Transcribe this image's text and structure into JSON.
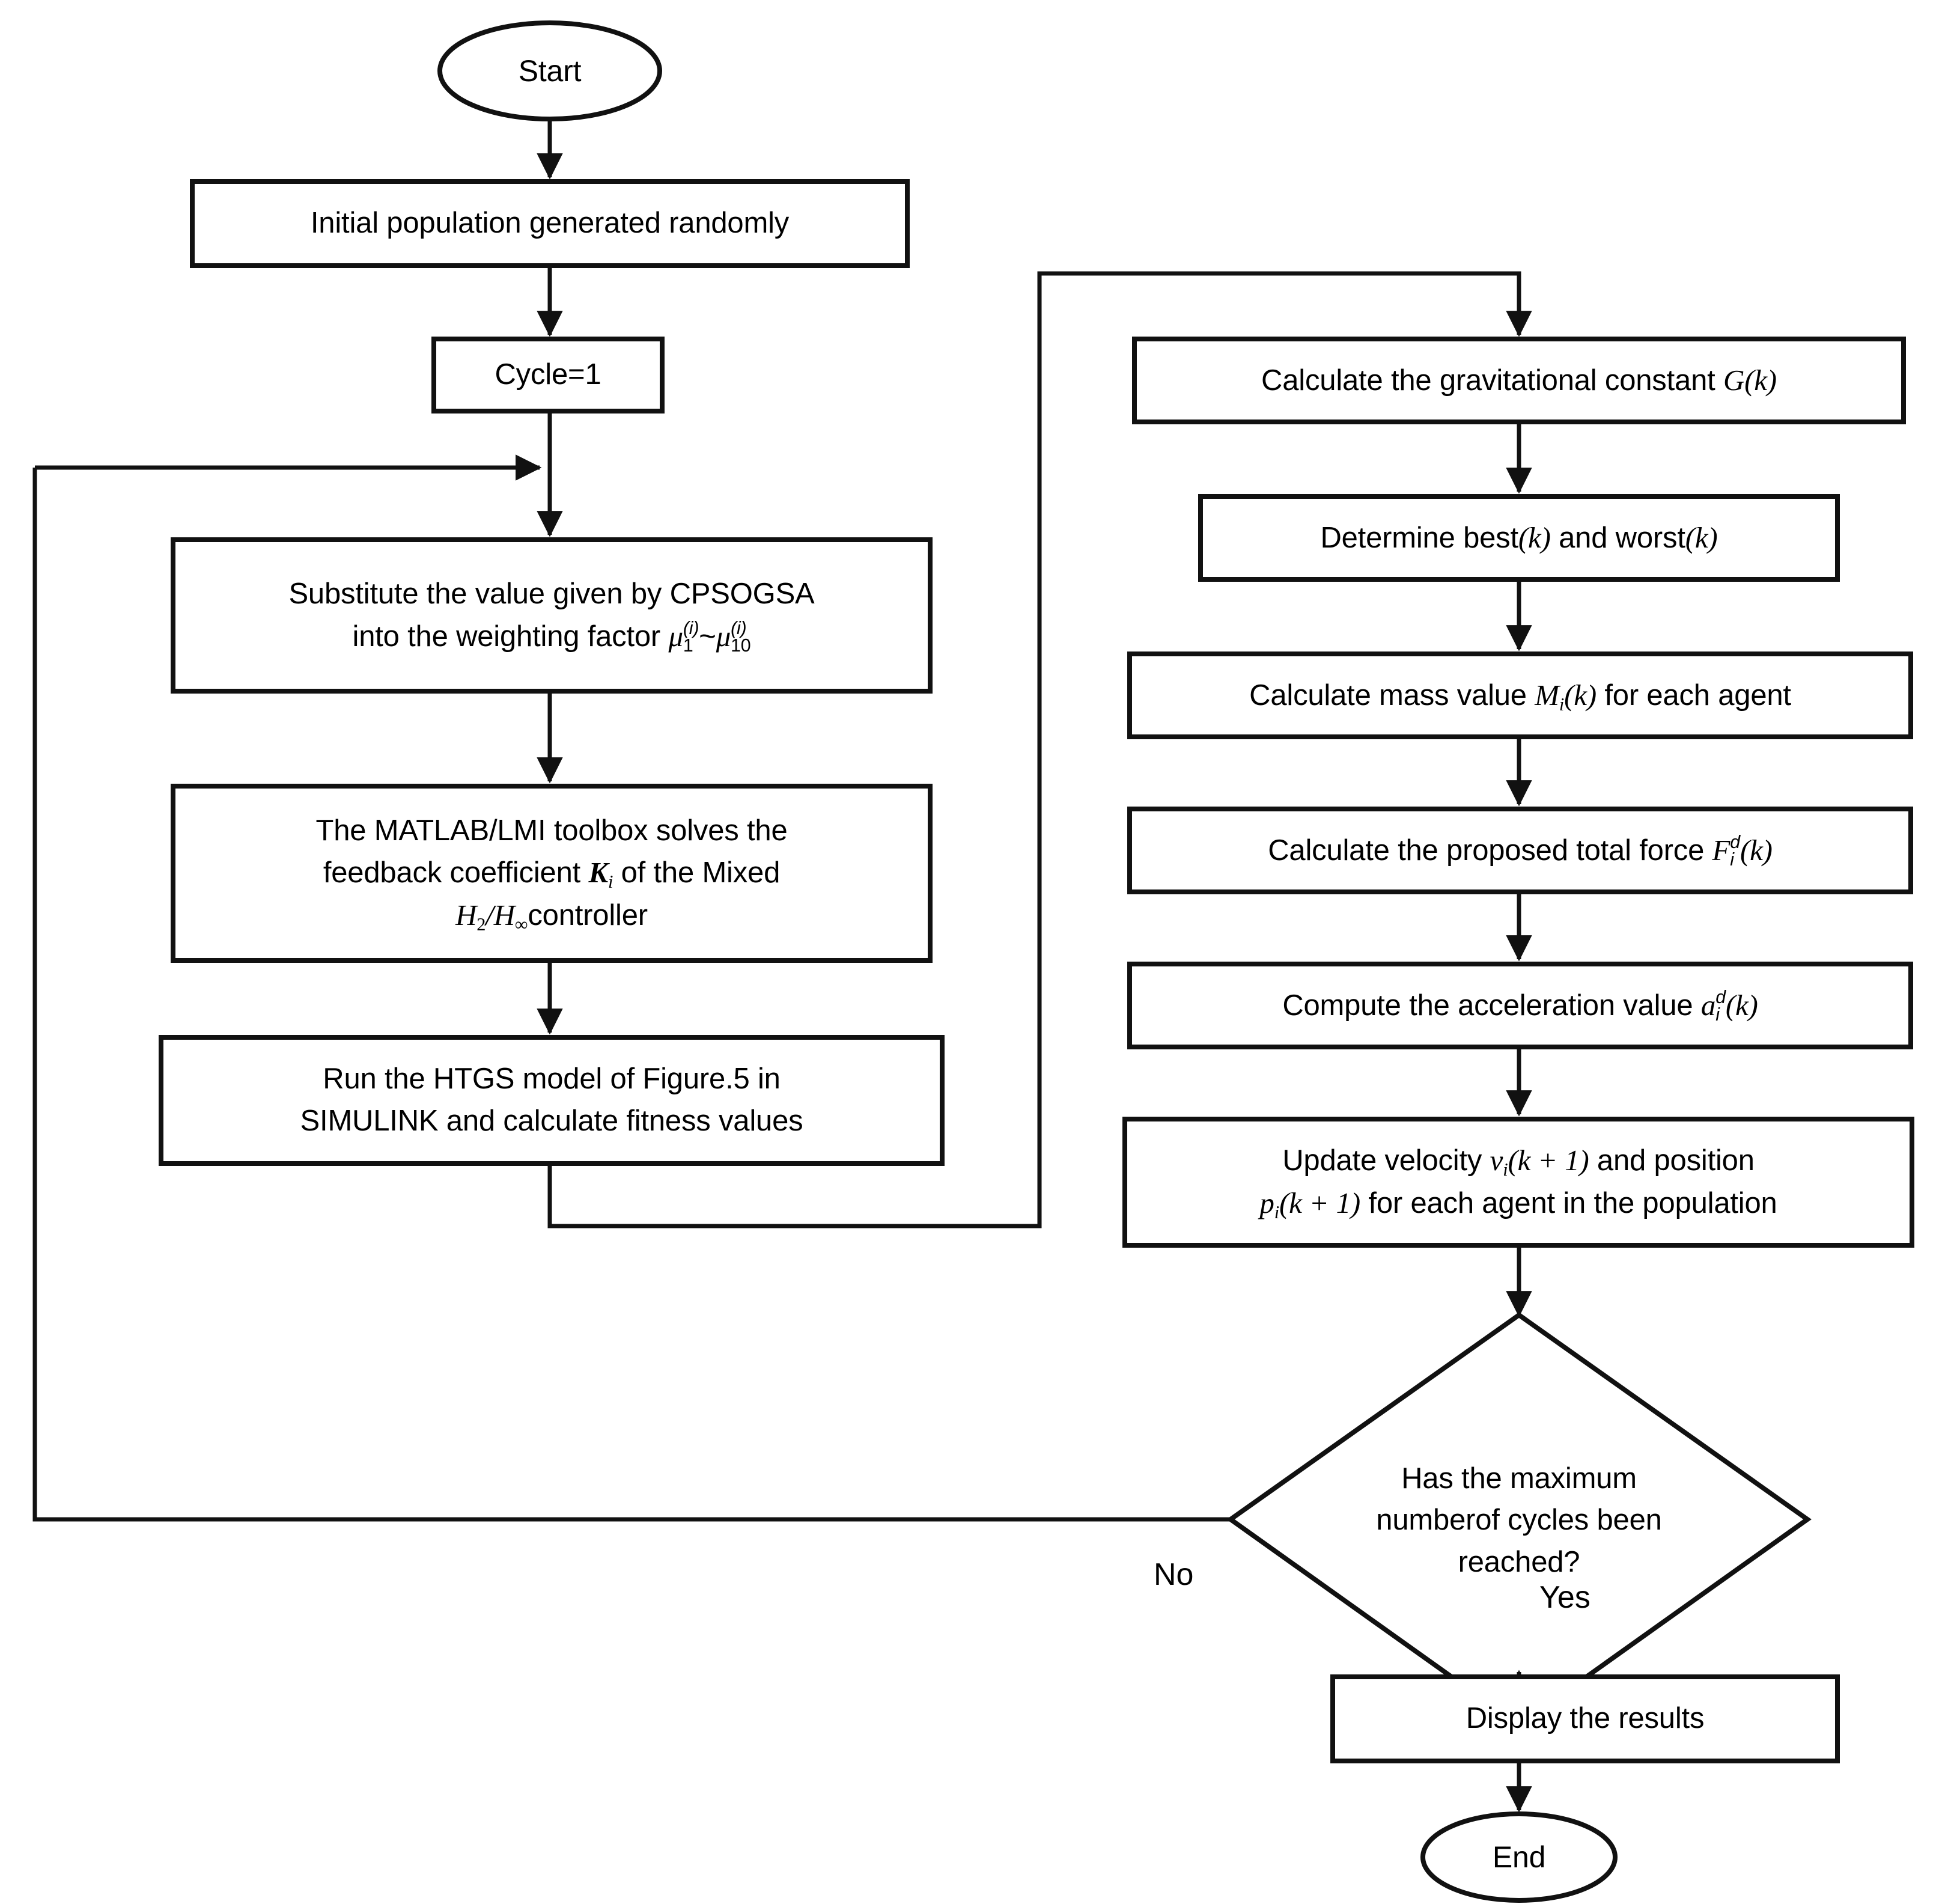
{
  "diagram": {
    "title": "CPSOGSA optimization flowchart",
    "colors": {
      "stroke": "#000000",
      "fill": "#FFFFFF",
      "text": "#000000"
    },
    "nodes": {
      "start": {
        "label": "Start",
        "shape": "ellipse"
      },
      "init_population": {
        "label": "Initial population generated randomly",
        "shape": "process"
      },
      "cycle": {
        "label": "Cycle=1",
        "shape": "process"
      },
      "substitute": {
        "line1": "Substitute the value given by CPSOGSA",
        "line2_pre": "into the weighting factor ",
        "line2_sym1": "μ",
        "line2_sub1": "1",
        "line2_sup1": "(i)",
        "line2_tilde": "~",
        "line2_sym2": "μ",
        "line2_sub2": "10",
        "line2_sup2": "(i)",
        "shape": "process"
      },
      "matlab": {
        "line1": "The MATLAB/LMI toolbox solves the",
        "line2_pre": "feedback coefficient ",
        "line2_sym": "K",
        "line2_sub": "i",
        "line2_post": " of the Mixed",
        "line3_h1": "H",
        "line3_h1sub": "2",
        "line3_slash": "/",
        "line3_h2": "H",
        "line3_h2sub": "∞",
        "line3_post": "controller",
        "shape": "process"
      },
      "htgs": {
        "line1": "Run the HTGS model of Figure.5 in",
        "line2": "SIMULINK and calculate fitness values",
        "shape": "process"
      },
      "gravity": {
        "pre": "Calculate the gravitational constant ",
        "sym": "G",
        "args": "(k)",
        "shape": "process"
      },
      "best_worst": {
        "pre": "Determine best",
        "arg1": "(k)",
        "mid": " and worst",
        "arg2": "(k)",
        "shape": "process"
      },
      "mass": {
        "pre": "Calculate mass value ",
        "sym": "M",
        "sub": "i",
        "args": "(k)",
        "post": " for each agent",
        "shape": "process"
      },
      "force": {
        "pre": "Calculate the proposed total force ",
        "sym": "F",
        "sub": "i",
        "sup": "d",
        "args": "(k)",
        "shape": "process"
      },
      "accel": {
        "pre": "Compute the acceleration value ",
        "sym": "a",
        "sub": "i",
        "sup": "d",
        "args": "(k)",
        "shape": "process"
      },
      "update": {
        "line1_pre": "Update velocity ",
        "line1_sym": "v",
        "line1_sub": "i",
        "line1_args": "(k + 1)",
        "line1_post": " and position",
        "line2_sym": "p",
        "line2_sub": "i",
        "line2_args": "(k + 1)",
        "line2_post": " for each agent in the population",
        "shape": "process"
      },
      "decision": {
        "line1": "Has the maximum",
        "line2": "numberof cycles been",
        "line3": "reached?",
        "shape": "diamond"
      },
      "display": {
        "label": "Display the results",
        "shape": "process"
      },
      "end": {
        "label": "End",
        "shape": "ellipse"
      }
    },
    "edge_labels": {
      "no": "No",
      "yes": "Yes"
    },
    "flow_order": [
      "start",
      "init_population",
      "cycle",
      "substitute",
      "matlab",
      "htgs",
      "gravity",
      "best_worst",
      "mass",
      "force",
      "accel",
      "update",
      "decision",
      "display",
      "end"
    ]
  }
}
